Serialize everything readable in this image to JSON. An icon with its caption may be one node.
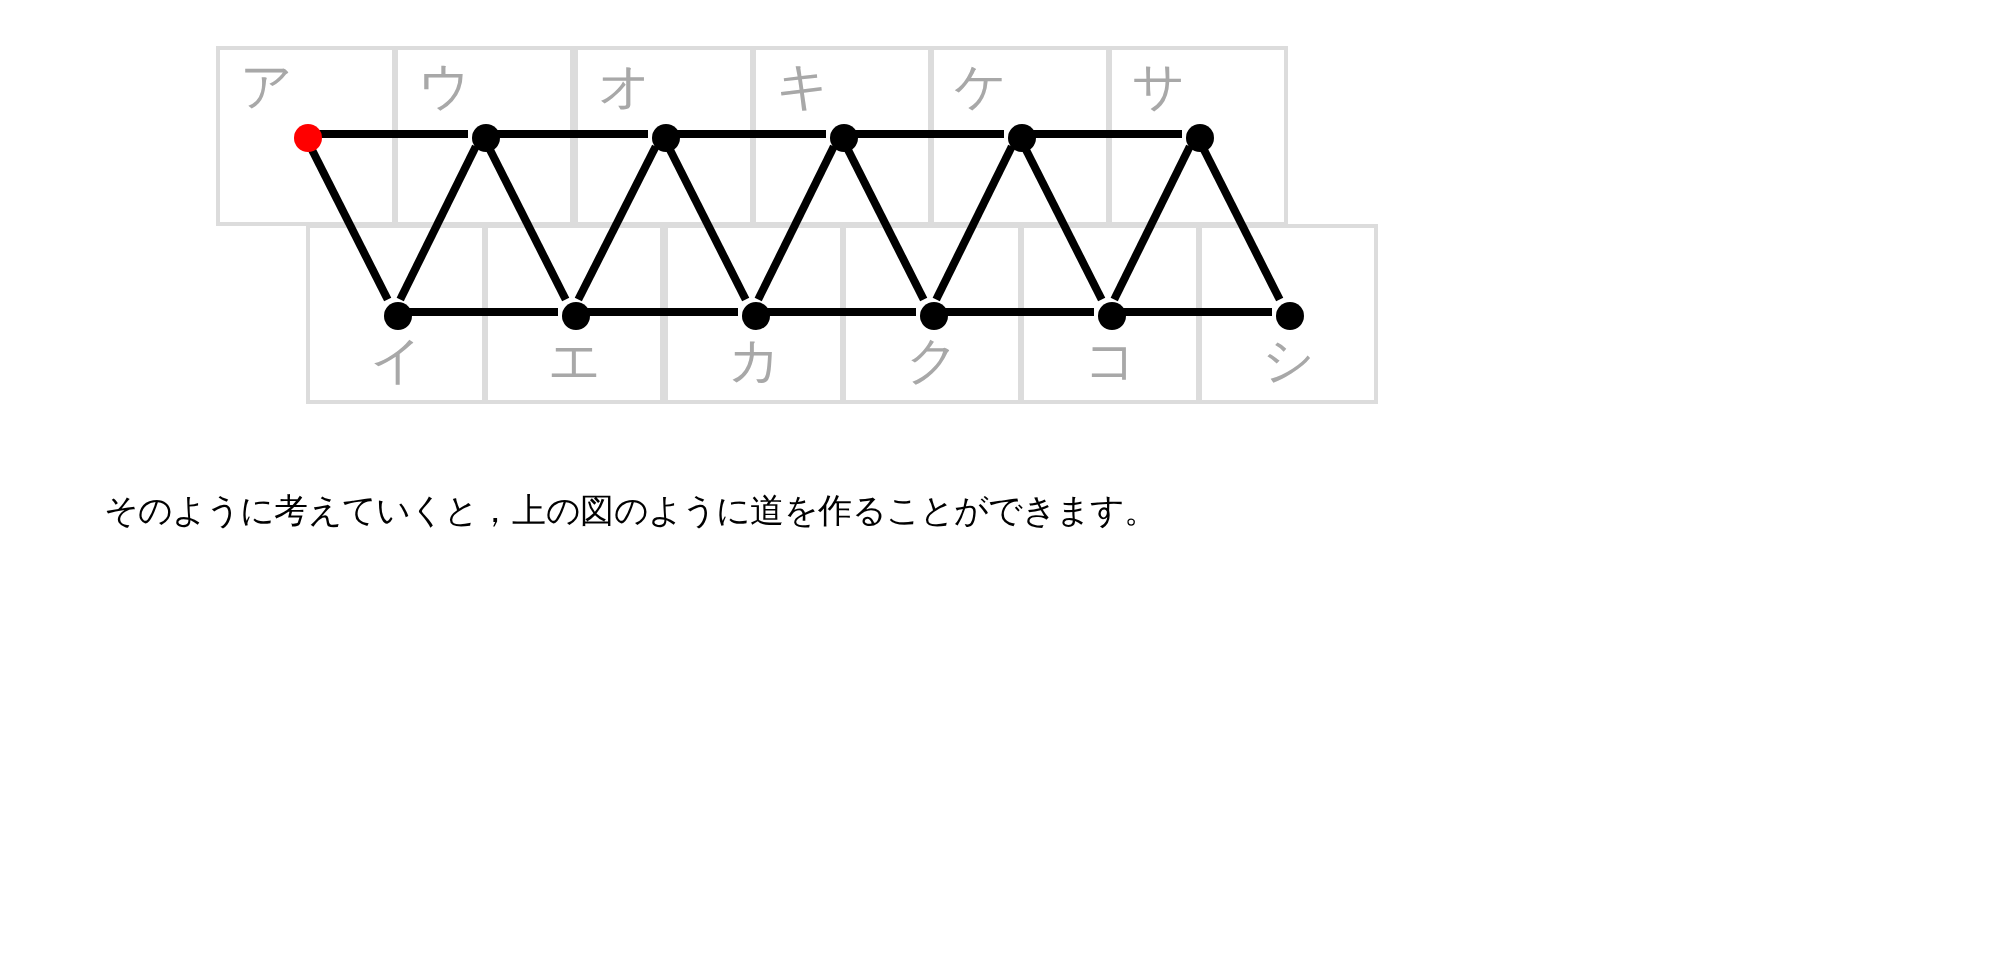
{
  "diagram": {
    "caption": "そのように考えていくと，上の図のように道を作ることができます。",
    "nodes": [
      {
        "text": [
          "ア"
        ]
      },
      {
        "text": [
          "ウ"
        ]
      },
      {
        "text": [
          "オ"
        ]
      },
      {
        "text": [
          "キ"
        ]
      },
      {
        "text": [
          "ケ"
        ]
      },
      {
        "text": [
          "サ"
        ]
      },
      {
        "text": [
          "イ"
        ]
      },
      {
        "text": [
          "エ"
        ]
      },
      {
        "text": [
          "カ"
        ]
      },
      {
        "text": [
          "ク"
        ]
      },
      {
        "text": [
          "コ"
        ]
      },
      {
        "text": [
          "シ"
        ]
      },
      {
        "text": [],
        "shape": "circle",
        "in": 0
      },
      {
        "text": [],
        "shape": "circle",
        "in": 1
      },
      {
        "text": [],
        "shape": "circle",
        "in": 2
      },
      {
        "text": [],
        "shape": "circle",
        "in": 3
      },
      {
        "text": [],
        "shape": "circle",
        "in": 4
      },
      {
        "text": [],
        "shape": "circle",
        "in": 5
      },
      {
        "text": [],
        "shape": "circle",
        "in": 6
      },
      {
        "text": [],
        "shape": "circle",
        "in": 7
      },
      {
        "text": [],
        "shape": "circle",
        "in": 8
      },
      {
        "text": [],
        "shape": "circle",
        "in": 9
      },
      {
        "text": [],
        "shape": "circle",
        "in": 10
      },
      {
        "text": [],
        "shape": "circle",
        "in": 11
      }
    ],
    "edges": [
      {
        "from": 12,
        "to": 13,
        "arrow": "none"
      },
      {
        "from": 13,
        "to": 14,
        "arrow": "none"
      },
      {
        "from": 14,
        "to": 15,
        "arrow": "none"
      },
      {
        "from": 15,
        "to": 16,
        "arrow": "none"
      },
      {
        "from": 16,
        "to": 17,
        "arrow": "none"
      },
      {
        "from": 12,
        "to": 18,
        "arrow": "none"
      },
      {
        "from": 18,
        "to": 13,
        "arrow": "none"
      },
      {
        "from": 13,
        "to": 19,
        "arrow": "none"
      },
      {
        "from": 19,
        "to": 14,
        "arrow": "none"
      },
      {
        "from": 14,
        "to": 20,
        "arrow": "none"
      },
      {
        "from": 20,
        "to": 15,
        "arrow": "none"
      },
      {
        "from": 15,
        "to": 21,
        "arrow": "none"
      },
      {
        "from": 21,
        "to": 16,
        "arrow": "none"
      },
      {
        "from": 16,
        "to": 22,
        "arrow": "none"
      },
      {
        "from": 22,
        "to": 17,
        "arrow": "none"
      },
      {
        "from": 17,
        "to": 23,
        "arrow": "none"
      },
      {
        "from": 18,
        "to": 19,
        "arrow": "none"
      },
      {
        "from": 19,
        "to": 20,
        "arrow": "none"
      },
      {
        "from": 20,
        "to": 21,
        "arrow": "none"
      },
      {
        "from": 21,
        "to": 22,
        "arrow": "none"
      },
      {
        "from": 22,
        "to": 23,
        "arrow": "none"
      }
    ]
  }
}
